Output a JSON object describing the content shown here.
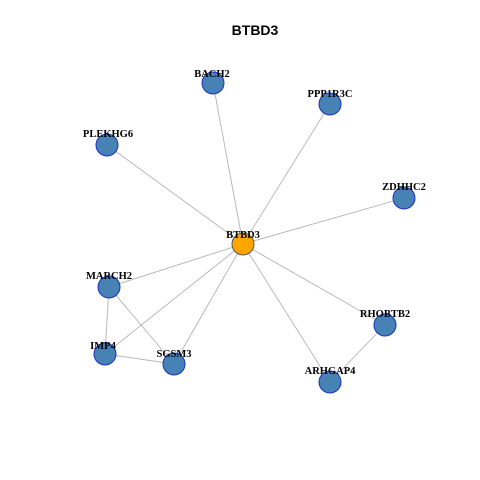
{
  "graph": {
    "title": "BTBD3",
    "colors": {
      "hub_fill": "#FFA500",
      "hub_stroke": "#555555",
      "node_fill": "#4682B4",
      "node_stroke": "#1f2fbf",
      "edge": "#b3b3b3"
    },
    "nodes": [
      {
        "id": "BTBD3",
        "label": "BTBD3",
        "hub": true
      },
      {
        "id": "BACH2",
        "label": "BACH2"
      },
      {
        "id": "PPP1R3C",
        "label": "PPP1R3C"
      },
      {
        "id": "PLEKHG6",
        "label": "PLEKHG6"
      },
      {
        "id": "ZDHHC2",
        "label": "ZDHHC2"
      },
      {
        "id": "MARCH2",
        "label": "MARCH2"
      },
      {
        "id": "RHOBTB2",
        "label": "RHOBTB2"
      },
      {
        "id": "IMP4",
        "label": "IMP4"
      },
      {
        "id": "SGSM3",
        "label": "SGSM3"
      },
      {
        "id": "ARHGAP4",
        "label": "ARHGAP4"
      }
    ],
    "edges": [
      [
        "BTBD3",
        "BACH2"
      ],
      [
        "BTBD3",
        "PPP1R3C"
      ],
      [
        "BTBD3",
        "PLEKHG6"
      ],
      [
        "BTBD3",
        "ZDHHC2"
      ],
      [
        "BTBD3",
        "MARCH2"
      ],
      [
        "BTBD3",
        "RHOBTB2"
      ],
      [
        "BTBD3",
        "IMP4"
      ],
      [
        "BTBD3",
        "SGSM3"
      ],
      [
        "BTBD3",
        "ARHGAP4"
      ],
      [
        "MARCH2",
        "IMP4"
      ],
      [
        "MARCH2",
        "SGSM3"
      ],
      [
        "IMP4",
        "SGSM3"
      ],
      [
        "RHOBTB2",
        "ARHGAP4"
      ]
    ]
  }
}
